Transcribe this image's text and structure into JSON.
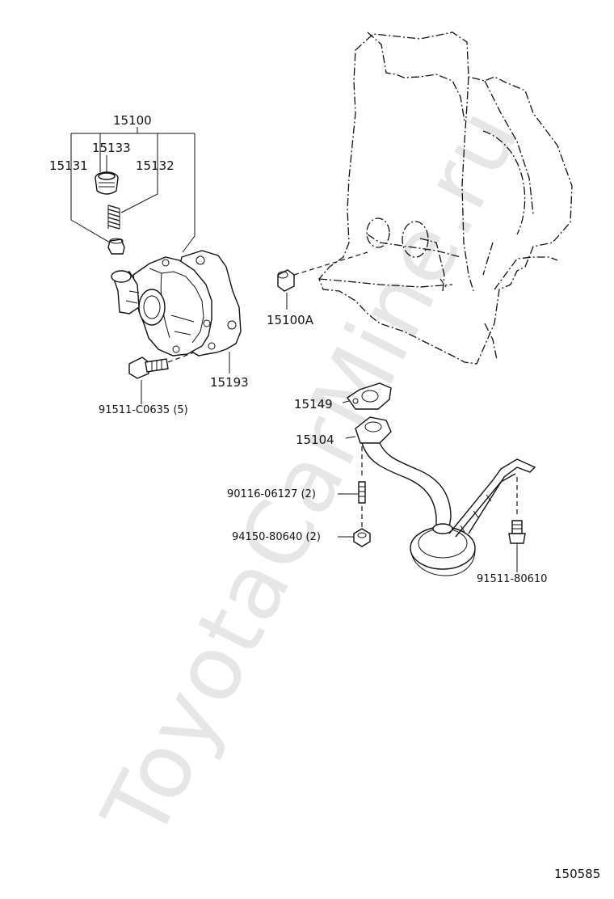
{
  "watermark": "ToyotaCarMine.ru",
  "diagram_id": "150585",
  "parts": {
    "oil_pump_assy": "15100",
    "relief_valve_plug": "15133",
    "relief_valve": "15131",
    "relief_spring": "15132",
    "oil_pump_gasket": "15193",
    "pump_bolt": "91511-C0635 (5)",
    "plug_block": "15100A",
    "strainer_gasket": "15149",
    "oil_strainer": "15104",
    "stud_bolt": "90116-06127 (2)",
    "nut": "94150-80640 (2)",
    "strainer_bolt": "91511-80610"
  }
}
